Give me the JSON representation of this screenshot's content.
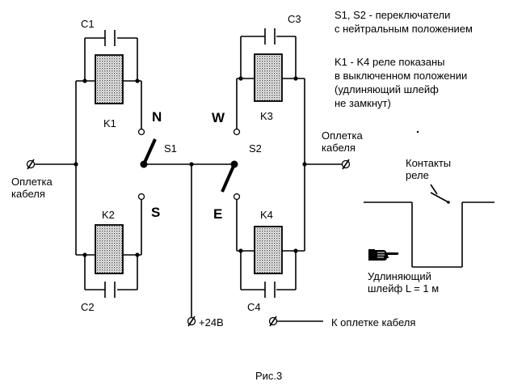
{
  "capacitors": {
    "c1": "C1",
    "c2": "C2",
    "c3": "C3",
    "c4": "C4"
  },
  "relays": {
    "k1": "K1",
    "k2": "K2",
    "k3": "K3",
    "k4": "K4"
  },
  "switches": {
    "s1": "S1",
    "s2": "S2"
  },
  "positions": {
    "n": "N",
    "s": "S",
    "w": "W",
    "e": "E"
  },
  "terminals": {
    "left_line1": "Оплетка",
    "left_line2": "кабеля",
    "right_line1": "Оплетка",
    "right_line2": "кабеля",
    "power": "+24В",
    "to_cable": "К оплетке кабеля"
  },
  "notes": {
    "line1": "S1, S2 - переключатели",
    "line2": "с нейтральным положением",
    "line3": "K1 - K4 реле показаны",
    "line4": "в выключенном положении",
    "line5": "(удлиняющий шлейф",
    "line6": "не замкнут)"
  },
  "inset": {
    "contacts_line1": "Контакты",
    "contacts_line2": "реле",
    "loop_line1": "Удлиняющий",
    "loop_line2": "шлейф L = 1 м",
    "pointer_icon": "pointing-hand-icon"
  },
  "caption": "Рис.3"
}
